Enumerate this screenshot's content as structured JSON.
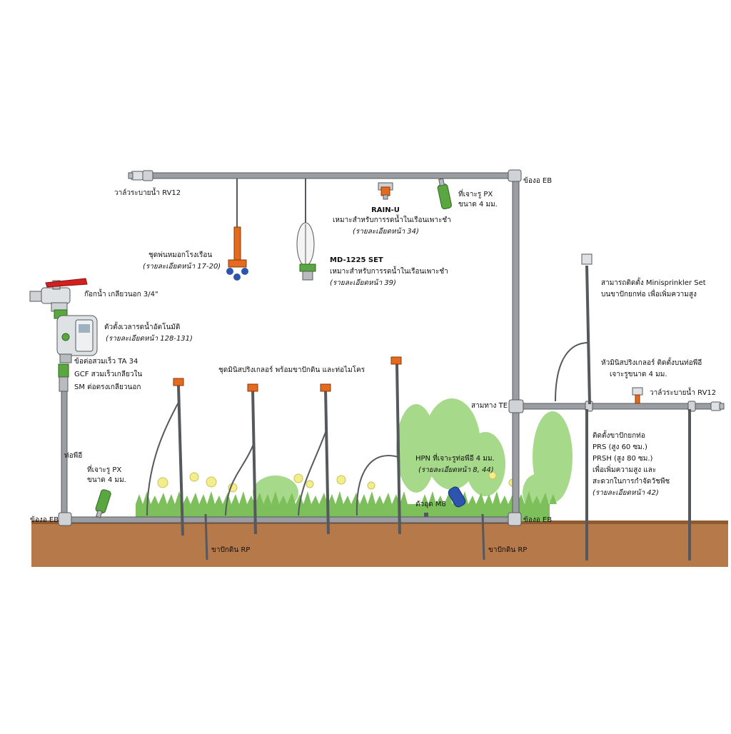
{
  "colors": {
    "soil": "#b5794a",
    "soil_dark": "#8f5a32",
    "pipe": "#9a9ea2",
    "pipe_edge": "#55595d",
    "grass": "#7dbf5a",
    "tree": "#a6d98a",
    "flower": "#f4ee8a",
    "accent_green": "#5aa640",
    "accent_orange": "#e36a1f",
    "accent_red": "#d22020",
    "accent_blue": "#2d55b0"
  },
  "labels": {
    "rv12_top": "วาล์วระบายน้ำ RV12",
    "eb_top": "ข้องอ EB",
    "rain_u_title": "RAIN-U",
    "rain_u_desc": "เหมาะสำหรับการรดน้ำในเรือนเพาะชำ",
    "rain_u_ref": "(รายละเอียดหน้า 34)",
    "px_top_1": "ที่เจาะรู PX",
    "px_top_2": "ขนาด 4 มม.",
    "fog_desc": "ชุดพ่นหมอกโรงเรือน",
    "fog_ref": "(รายละเอียดหน้า 17-20)",
    "md_title": "MD-1225 SET",
    "md_desc": "เหมาะสำหรับการรดน้ำในเรือนเพาะชำ",
    "md_ref": "(รายละเอียดหน้า 39)",
    "faucet": "ก๊อกน้ำ เกลียวนอก 3/4\"",
    "timer_desc": "ตัวตั้งเวลารดน้ำอัตโนมัติ",
    "timer_ref": "(รายละเอียดหน้า 128-131)",
    "quick_1": "ข้อต่อสวมเร็ว TA 34",
    "quick_2": "GCF สวมเร็วเกลียวใน",
    "quick_3": "SM ต่อตรงเกลียวนอก",
    "pe_pipe": "ท่อพีอี",
    "px_left_1": "ที่เจาะรู PX",
    "px_left_2": "ขนาด 4 มม.",
    "eb_bottom_left": "ข้องอ EB",
    "mini_set": "ชุดมินิสปริงเกลอร์ พร้อมขาปักดิน และท่อไมโคร",
    "stake_rp_1": "ขาปักดิน RP",
    "stake_rp_2": "ขาปักดิน RP",
    "hpn_1": "HPN ที่เจาะรูท่อพีอี 4 มม.",
    "hpn_ref": "(รายละเอียดหน้า 8, 44)",
    "plug": "ตัวอุด M8",
    "eb_bottom_right": "ข้องอ EB",
    "te": "สามทาง TE",
    "raise_1": "สามารถติดตั้ง Minisprinkler Set",
    "raise_2": "บนขาปักยกท่อ เพื่อเพิ่มความสูง",
    "mini_head_1": "หัวมินิสปริงเกลอร์ ติดตั้งบนท่อพีอี",
    "mini_head_2": "เจาะรูขนาด 4 มม.",
    "rv12_right": "วาล์วระบายน้ำ RV12",
    "stake_1": "ติดตั้งขาปักยกท่อ",
    "stake_2": "PRS (สูง 60 ซม.)",
    "stake_3": "PRSH (สูง 80 ซม.)",
    "stake_4": "เพื่อเพิ่มความสูง และ",
    "stake_5": "สะดวกในการกำจัดวัชพืช",
    "stake_ref": "(รายละเอียดหน้า 42)"
  }
}
